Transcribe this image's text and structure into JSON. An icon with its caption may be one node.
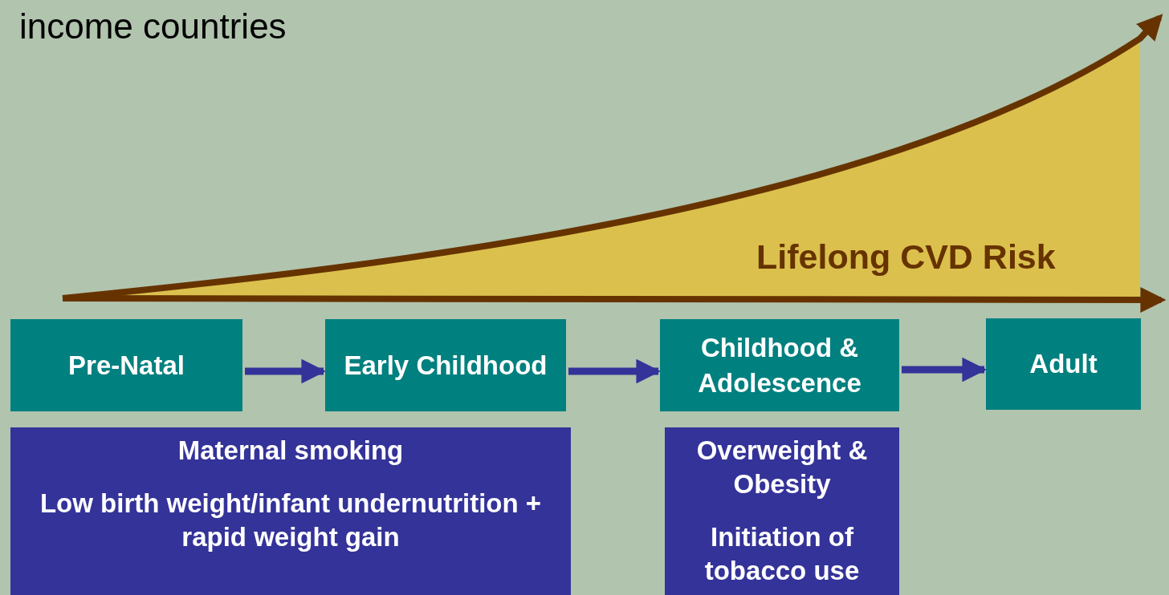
{
  "diagram": {
    "nodes": [
      {
        "text": [
          "Pre-Natal"
        ]
      },
      {
        "text": [
          "Early Childhood"
        ]
      },
      {
        "text": [
          "Childhood & Adolescence"
        ]
      },
      {
        "text": [
          "Adult"
        ]
      },
      {
        "text": [
          "Maternal smoking",
          "Low birth weight/infant undernutrition + rapid weight gain"
        ]
      },
      {
        "text": [
          "Overweight & Obesity",
          "Initiation of tobacco use"
        ]
      }
    ],
    "edges": [
      {
        "from": 0,
        "to": 1,
        "arrow": "to"
      },
      {
        "from": 1,
        "to": 2,
        "arrow": "to"
      },
      {
        "from": 2,
        "to": 3,
        "arrow": "to"
      }
    ],
    "labels": [
      "income countries",
      "Lifelong CVD Risk"
    ]
  }
}
